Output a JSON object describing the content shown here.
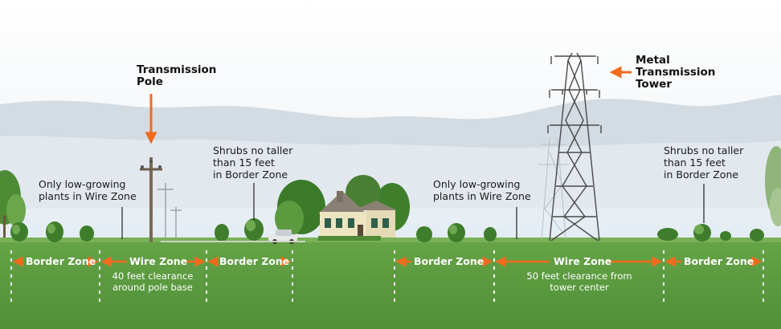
{
  "titles": {
    "transmission_pole": "Transmission\nPole",
    "metal_tower": "Metal\nTransmission\nTower"
  },
  "callouts": {
    "left_wire_plants": "Only low-growing\nplants in Wire Zone",
    "left_shrubs": "Shrubs no taller\nthan 15 feet\nin Border Zone",
    "right_wire_plants": "Only low-growing\nplants in Wire Zone",
    "right_shrubs": "Shrubs no taller\nthan 15 feet\nin Border Zone"
  },
  "zones": {
    "left": [
      {
        "label": "Border Zone"
      },
      {
        "label": "Wire Zone",
        "note": "40 feet clearance\naround pole base"
      },
      {
        "label": "Border Zone"
      }
    ],
    "right": [
      {
        "label": "Border Zone"
      },
      {
        "label": "Wire Zone",
        "note": "50 feet clearance from\ntower center"
      },
      {
        "label": "Border Zone"
      }
    ]
  },
  "colors": {
    "arrow": "#f26b1d",
    "ground": "#5a9a3e",
    "sky_top": "#ffffff",
    "sky_bottom": "#e3ecf3",
    "hills": "#cdd6df"
  }
}
